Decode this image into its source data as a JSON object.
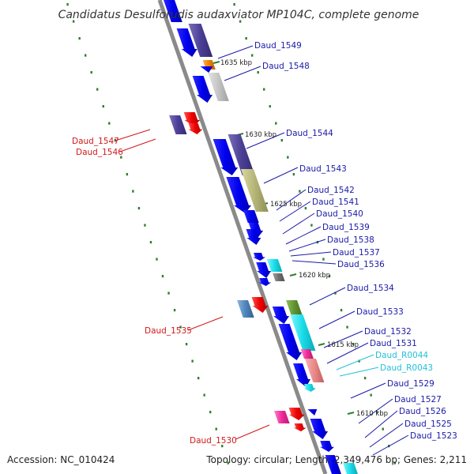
{
  "title": "Candidatus Desulforudis audaxviator MP104C, complete genome",
  "accession": "Accession: NC_010424",
  "summary": "Topology: circular; Length: 2,349,476 bp; Genes: 2,211",
  "colors": {
    "backbone": "#8a8a8a",
    "tick": "#2f7f2f",
    "forward_label": "#1a1aa8",
    "reverse_label": "#d01818",
    "rna_label": "#22c0d8"
  },
  "tick_labels": [
    "1635 kbp",
    "1630 kbp",
    "1625 kbp",
    "1620 kbp",
    "1615 kbp",
    "1610 kbp"
  ],
  "gene_labels": [
    {
      "text": "Daud_1549",
      "strand": "forward"
    },
    {
      "text": "Daud_1548",
      "strand": "forward"
    },
    {
      "text": "Daud_1547",
      "strand": "reverse"
    },
    {
      "text": "Daud_1546",
      "strand": "reverse"
    },
    {
      "text": "Daud_1544",
      "strand": "forward"
    },
    {
      "text": "Daud_1543",
      "strand": "forward"
    },
    {
      "text": "Daud_1542",
      "strand": "forward"
    },
    {
      "text": "Daud_1541",
      "strand": "forward"
    },
    {
      "text": "Daud_1540",
      "strand": "forward"
    },
    {
      "text": "Daud_1539",
      "strand": "forward"
    },
    {
      "text": "Daud_1538",
      "strand": "forward"
    },
    {
      "text": "Daud_1537",
      "strand": "forward"
    },
    {
      "text": "Daud_1536",
      "strand": "forward"
    },
    {
      "text": "Daud_1534",
      "strand": "forward"
    },
    {
      "text": "Daud_1535",
      "strand": "reverse"
    },
    {
      "text": "Daud_1533",
      "strand": "forward"
    },
    {
      "text": "Daud_1532",
      "strand": "forward"
    },
    {
      "text": "Daud_1531",
      "strand": "forward"
    },
    {
      "text": "Daud_R0044",
      "strand": "rna"
    },
    {
      "text": "Daud_R0043",
      "strand": "rna"
    },
    {
      "text": "Daud_1529",
      "strand": "forward"
    },
    {
      "text": "Daud_1527",
      "strand": "forward"
    },
    {
      "text": "Daud_1526",
      "strand": "forward"
    },
    {
      "text": "Daud_1525",
      "strand": "forward"
    },
    {
      "text": "Daud_1530",
      "strand": "reverse"
    },
    {
      "text": "Daud_1523",
      "strand": "forward"
    }
  ]
}
